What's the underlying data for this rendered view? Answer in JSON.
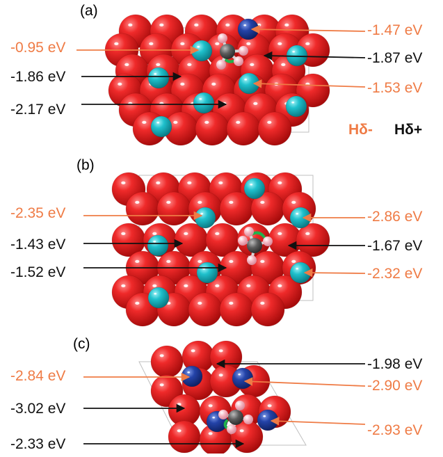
{
  "colors": {
    "orange": "#ef7b45",
    "black": "#111111",
    "oxygen": "#e02020",
    "cation_teal": "#17b5c0",
    "cation_blue": "#1c3d9c",
    "carbon": "#555555",
    "hydrogen": "#f4b6c2",
    "bond_green": "#22b14c"
  },
  "legend": {
    "h_minus": "Hδ-",
    "h_plus": "Hδ+"
  },
  "panels": [
    {
      "label": "(a)",
      "annotations": [
        {
          "text": "-0.95 eV",
          "color": "orange"
        },
        {
          "text": "-1.86 eV",
          "color": "black"
        },
        {
          "text": "-2.17 eV",
          "color": "black"
        },
        {
          "text": "-1.47 eV",
          "color": "orange"
        },
        {
          "text": "-1.87 eV",
          "color": "black"
        },
        {
          "text": "-1.53 eV",
          "color": "orange"
        }
      ]
    },
    {
      "label": "(b)",
      "annotations": [
        {
          "text": "-2.35 eV",
          "color": "orange"
        },
        {
          "text": "-1.43 eV",
          "color": "black"
        },
        {
          "text": "-1.52 eV",
          "color": "black"
        },
        {
          "text": "-2.86 eV",
          "color": "orange"
        },
        {
          "text": "-1.67 eV",
          "color": "black"
        },
        {
          "text": "-2.32 eV",
          "color": "orange"
        }
      ]
    },
    {
      "label": "(c)",
      "annotations": [
        {
          "text": "-2.84 eV",
          "color": "orange"
        },
        {
          "text": "-3.02 eV",
          "color": "black"
        },
        {
          "text": "-2.33 eV",
          "color": "black"
        },
        {
          "text": "-1.98 eV",
          "color": "black"
        },
        {
          "text": "-2.90 eV",
          "color": "orange"
        },
        {
          "text": "-2.93 eV",
          "color": "orange"
        }
      ]
    }
  ]
}
